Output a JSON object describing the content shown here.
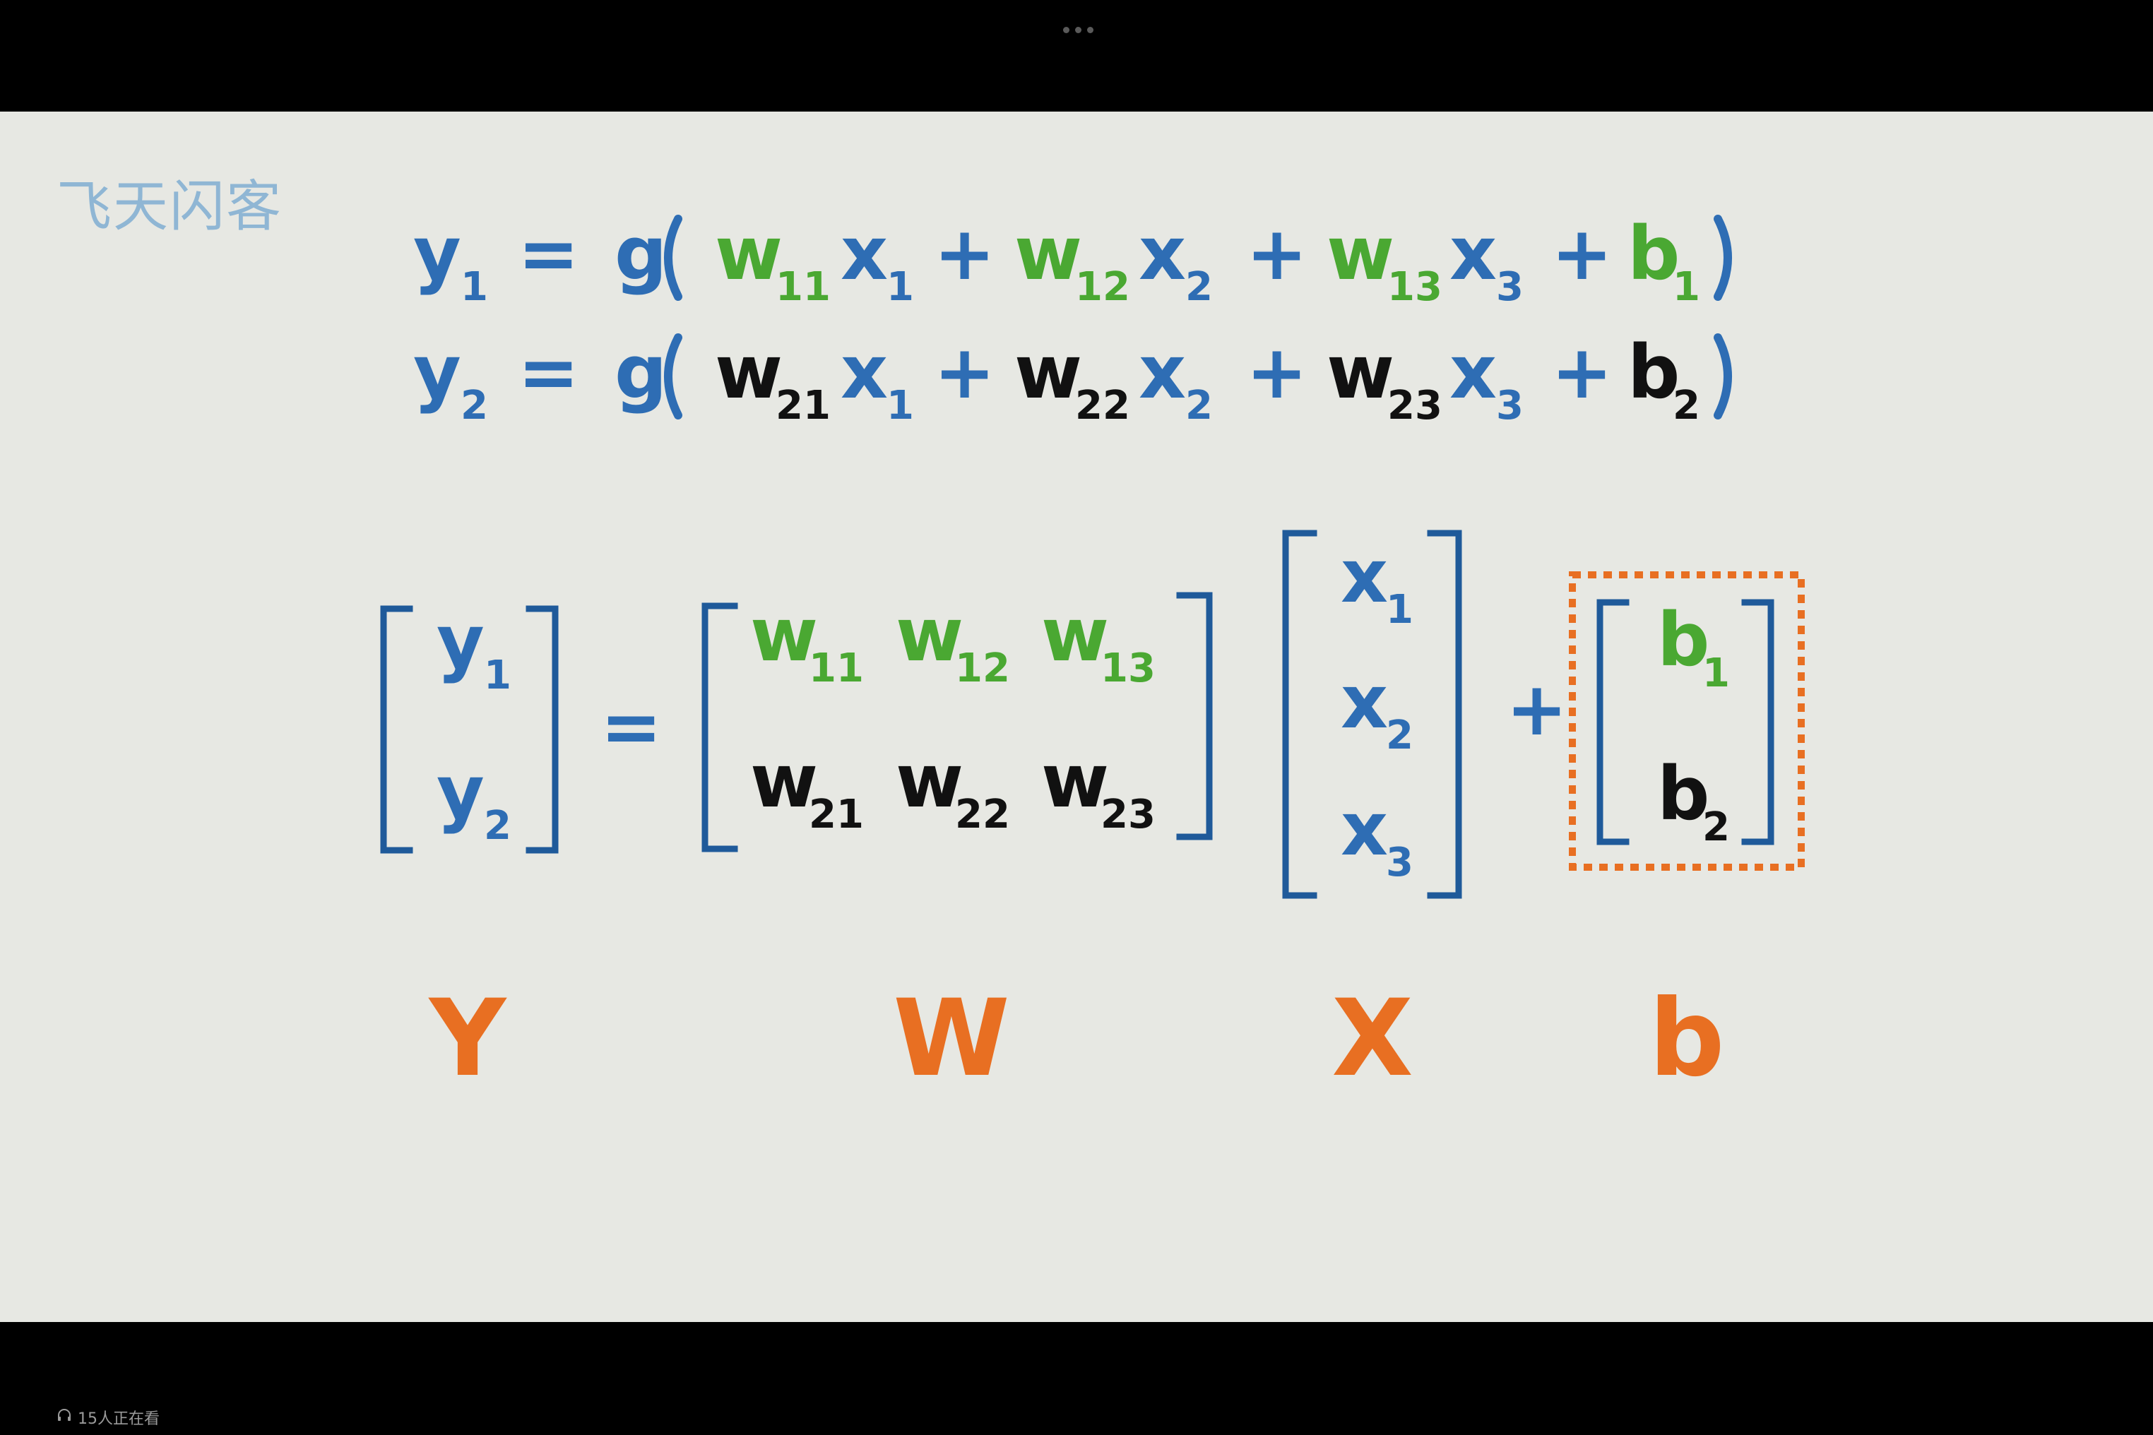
{
  "window": {
    "more_menu_icon": "ellipsis-icon"
  },
  "watermark": "飞天闪客",
  "viewers": {
    "icon": "headphone-icon",
    "text": "15人正在看"
  },
  "colors": {
    "background": "#e7e8e3",
    "blue": "#2e6db4",
    "green": "#4aa832",
    "black": "#111111",
    "orange": "#e86f22"
  },
  "equations": {
    "eq1": {
      "lhs": "y",
      "lhs_sub": "1",
      "equals": "=",
      "g": "g",
      "terms": [
        {
          "w": "w",
          "w_sub": "11",
          "x": "x",
          "x_sub": "1"
        },
        {
          "w": "w",
          "w_sub": "12",
          "x": "x",
          "x_sub": "2"
        },
        {
          "w": "w",
          "w_sub": "13",
          "x": "x",
          "x_sub": "3"
        }
      ],
      "plus": "+",
      "b": "b",
      "b_sub": "1"
    },
    "eq2": {
      "lhs": "y",
      "lhs_sub": "2",
      "equals": "=",
      "g": "g",
      "terms": [
        {
          "w": "w",
          "w_sub": "21",
          "x": "x",
          "x_sub": "1"
        },
        {
          "w": "w",
          "w_sub": "22",
          "x": "x",
          "x_sub": "2"
        },
        {
          "w": "w",
          "w_sub": "23",
          "x": "x",
          "x_sub": "3"
        }
      ],
      "plus": "+",
      "b": "b",
      "b_sub": "2"
    }
  },
  "matrix": {
    "Y": [
      {
        "v": "y",
        "s": "1"
      },
      {
        "v": "y",
        "s": "2"
      }
    ],
    "equals": "=",
    "W": [
      [
        {
          "v": "w",
          "s": "11"
        },
        {
          "v": "w",
          "s": "12"
        },
        {
          "v": "w",
          "s": "13"
        }
      ],
      [
        {
          "v": "w",
          "s": "21"
        },
        {
          "v": "w",
          "s": "22"
        },
        {
          "v": "w",
          "s": "23"
        }
      ]
    ],
    "X": [
      {
        "v": "x",
        "s": "1"
      },
      {
        "v": "x",
        "s": "2"
      },
      {
        "v": "x",
        "s": "3"
      }
    ],
    "plus": "+",
    "b": [
      {
        "v": "b",
        "s": "1"
      },
      {
        "v": "b",
        "s": "2"
      }
    ]
  },
  "labels": {
    "Y": "Y",
    "W": "W",
    "X": "X",
    "b": "b"
  }
}
